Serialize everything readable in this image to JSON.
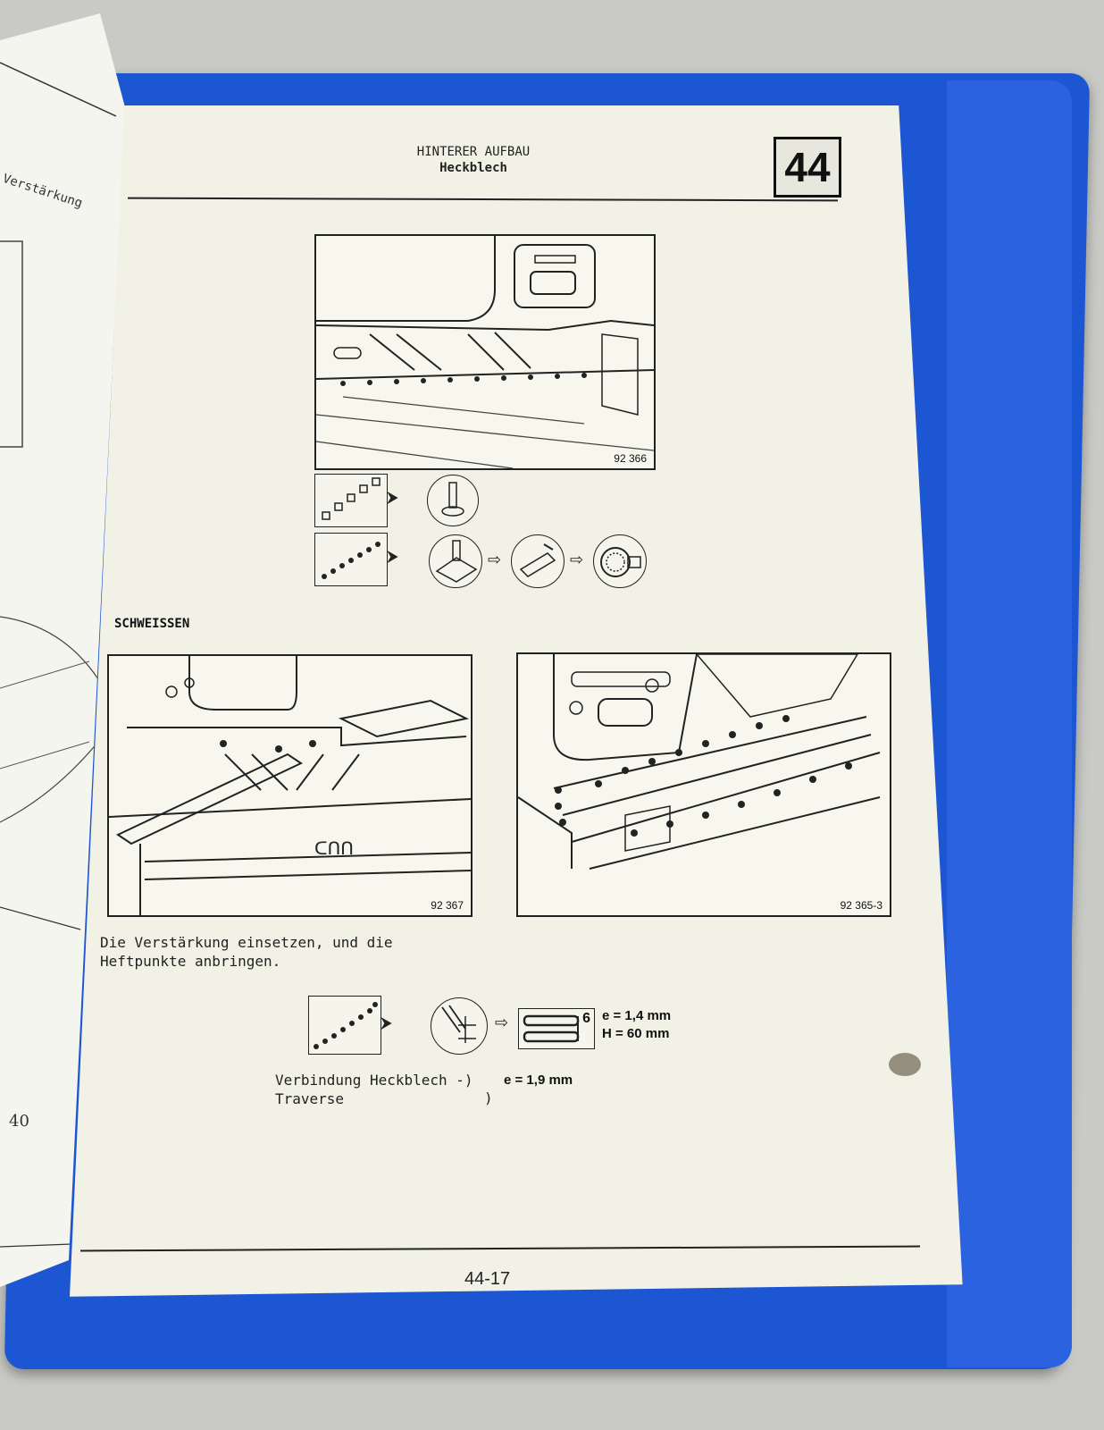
{
  "header": {
    "title": "HINTERER AUFBAU",
    "subtitle": "Heckblech",
    "chapter": "44"
  },
  "figures": {
    "top": {
      "code": "92 366"
    },
    "left": {
      "code": "92 367"
    },
    "right": {
      "code": "92 365-3"
    }
  },
  "section_label": "SCHWEISSEN",
  "instruction": {
    "line1": "Die Verstärkung einsetzen, und die",
    "line2": "Heftpunkte anbringen."
  },
  "weld_spec": {
    "e": "e = 1,4 mm",
    "h": "H = 60 mm",
    "marker": "6"
  },
  "connection": {
    "line1": "Verbindung Heckblech -)",
    "line2": "Traverse",
    "paren": ")",
    "e": "e = 1,9 mm"
  },
  "footer": {
    "page": "44-17"
  },
  "left_page": {
    "word": "Verstärkung",
    "number": "40"
  },
  "colors": {
    "binder": "#1d56d2",
    "paper": "#f2f1e6",
    "ink": "#222222"
  }
}
